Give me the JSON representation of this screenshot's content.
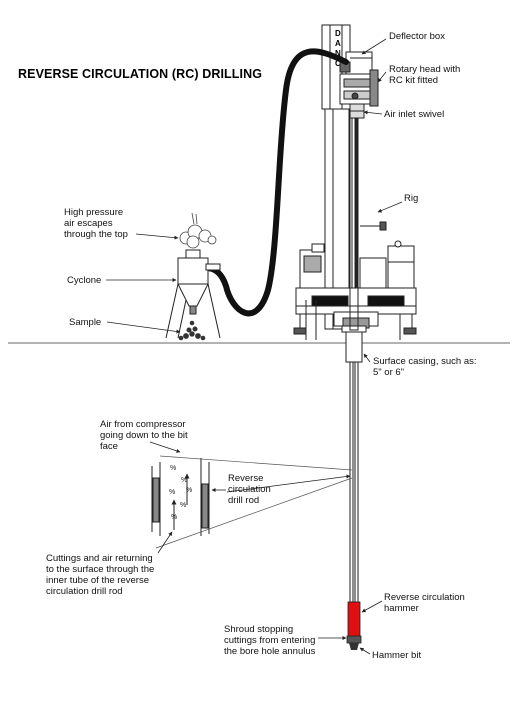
{
  "title": "REVERSE CIRCULATION (RC) DRILLING",
  "mast_letters": "DANO",
  "labels": {
    "deflector_box": "Deflector box",
    "rotary_head": "Rotary head with\nRC kit fitted",
    "air_inlet_swivel": "Air inlet swivel",
    "rig": "Rig",
    "high_pressure_air": "High pressure\nair escapes\nthrough the top",
    "cyclone": "Cyclone",
    "sample": "Sample",
    "surface_casing": "Surface casing, such as:\n5\" or 6\"",
    "air_from_compressor": "Air from compressor\ngoing down to the bit\nface",
    "rc_drill_rod": "Reverse\ncirculation\ndrill rod",
    "cuttings_returning": "Cuttings and air returning\nto the surface through the\ninner tube of the reverse\ncirculation drill rod",
    "rc_hammer": "Reverse circulation\nhammer",
    "shroud": "Shroud stopping\ncuttings from entering\nthe bore hole annulus",
    "hammer_bit": "Hammer bit"
  },
  "colors": {
    "hammer": "#e01010",
    "line": "#222222",
    "hose": "#111111"
  }
}
